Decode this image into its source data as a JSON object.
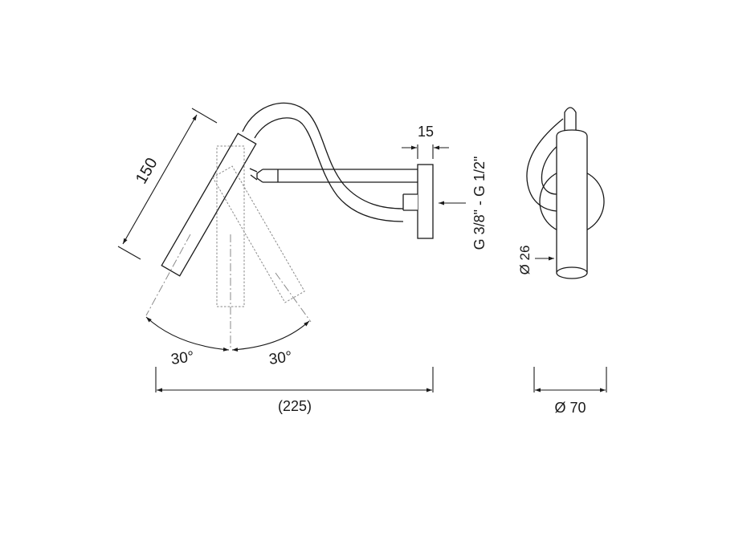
{
  "drawing": {
    "title": "Wall-mounted adjustable lamp / spout technical drawing",
    "colors": {
      "line": "#1a1a1a",
      "dashed": "#8a8a8a",
      "background": "#ffffff"
    },
    "dimensions": {
      "arm_length": "150",
      "rotation_left": "30°",
      "rotation_right": "30°",
      "projection": "(225)",
      "plate_thickness": "15",
      "thread": "G 3/8\" - G 1/2\"",
      "tube_diameter": "Ø 26",
      "plate_diameter": "Ø 70"
    },
    "views": [
      "side-view",
      "front-view"
    ]
  }
}
